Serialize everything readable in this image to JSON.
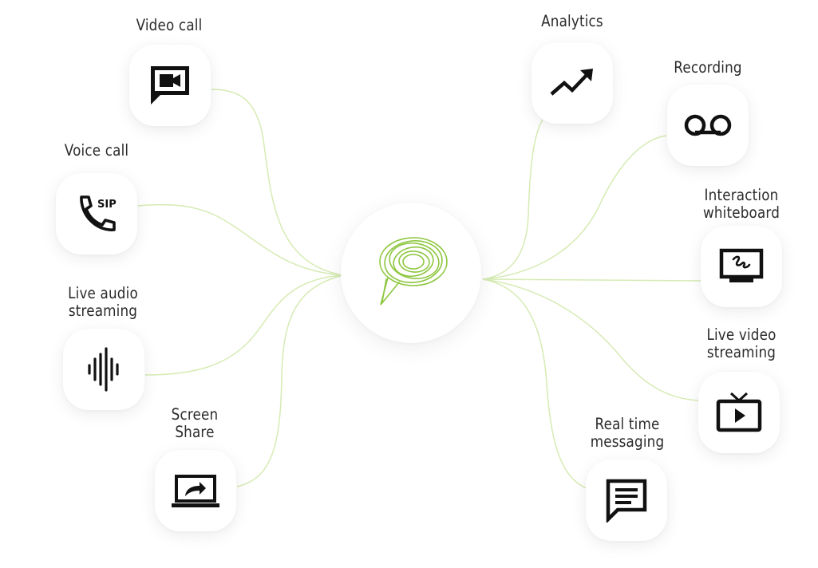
{
  "diagram": {
    "hub": {
      "icon": "scribbled-chat-bubble-icon"
    },
    "colors": {
      "accent": "#8dc63f",
      "connector": "#cfe6a8",
      "icon": "#111111",
      "text": "#2b2b2b"
    },
    "nodes": [
      {
        "id": "video-call",
        "label": "Video call",
        "icon": "video-call-icon"
      },
      {
        "id": "voice-call",
        "label": "Voice call",
        "icon": "sip-phone-icon",
        "icon_text": "SIP"
      },
      {
        "id": "live-audio-streaming",
        "label": "Live audio\nstreaming",
        "icon": "audio-waveform-icon"
      },
      {
        "id": "screen-share",
        "label": "Screen\nShare",
        "icon": "screen-share-icon"
      },
      {
        "id": "analytics",
        "label": "Analytics",
        "icon": "trending-up-icon"
      },
      {
        "id": "recording",
        "label": "Recording",
        "icon": "voicemail-icon"
      },
      {
        "id": "interaction-whiteboard",
        "label": "Interaction\nwhiteboard",
        "icon": "whiteboard-icon"
      },
      {
        "id": "live-video-streaming",
        "label": "Live video\nstreaming",
        "icon": "live-tv-icon"
      },
      {
        "id": "real-time-messaging",
        "label": "Real time\nmessaging",
        "icon": "message-icon"
      }
    ]
  }
}
